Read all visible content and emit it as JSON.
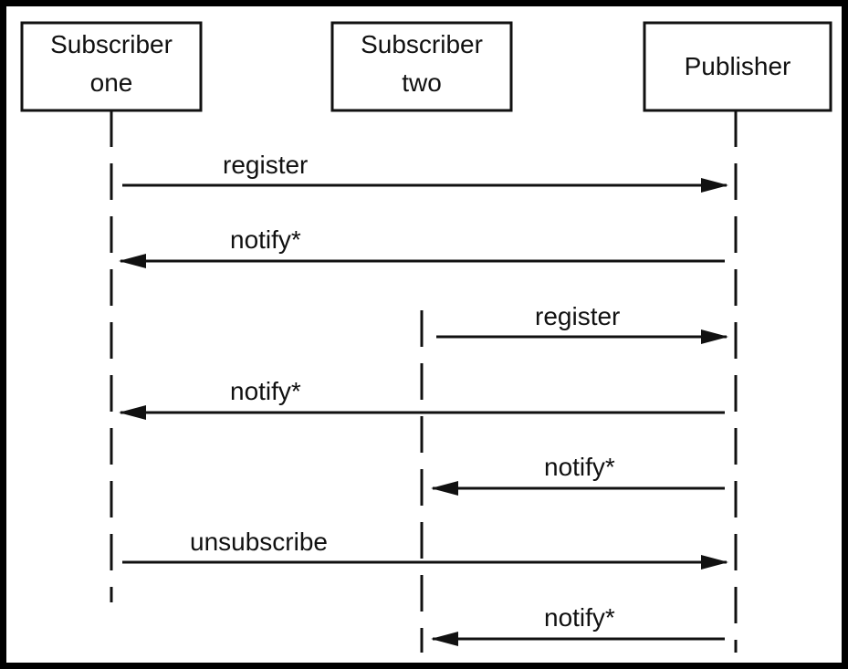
{
  "participants": [
    {
      "id": "sub1",
      "lines": [
        "Subscriber",
        "one"
      ]
    },
    {
      "id": "sub2",
      "lines": [
        "Subscriber",
        "two"
      ]
    },
    {
      "id": "pub",
      "lines": [
        "Publisher"
      ]
    }
  ],
  "messages": [
    {
      "label": "register",
      "from": "sub1",
      "to": "pub"
    },
    {
      "label": "notify*",
      "from": "pub",
      "to": "sub1"
    },
    {
      "label": "register",
      "from": "sub2",
      "to": "pub"
    },
    {
      "label": "notify*",
      "from": "pub",
      "to": "sub1"
    },
    {
      "label": "notify*",
      "from": "pub",
      "to": "sub2"
    },
    {
      "label": "unsubscribe",
      "from": "sub1",
      "to": "pub"
    },
    {
      "label": "notify*",
      "from": "pub",
      "to": "sub2"
    }
  ]
}
